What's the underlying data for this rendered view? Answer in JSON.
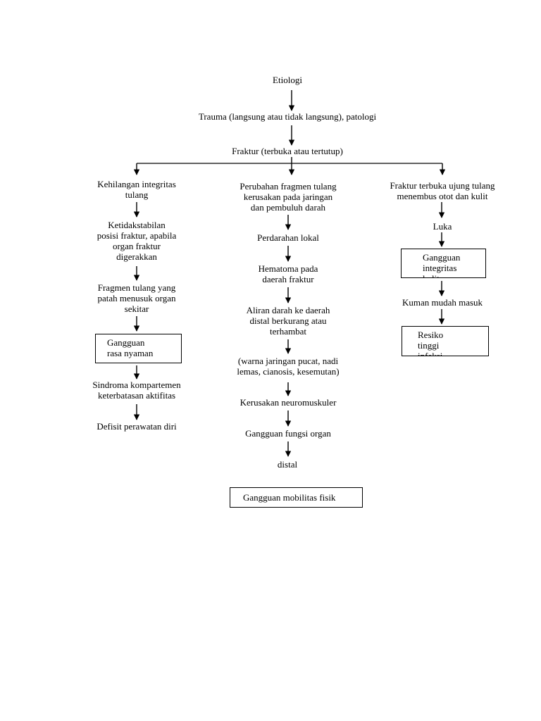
{
  "colors": {
    "ink": "#000000",
    "paper": "#ffffff"
  },
  "nodes": {
    "etiologi": "Etiologi",
    "trauma": "Trauma (langsung atau tidak langsung), patologi",
    "fraktur": "Fraktur (terbuka atau tertutup)",
    "left": {
      "kehilangan": "Kehilangan integritas\ntulang",
      "ketidakstabilan": "Ketidakstabilan\nposisi fraktur, apabila\norgan fraktur\ndigerakkan",
      "fragmen": "Fragmen tulang yang\npatah menusuk organ\nsekitar",
      "box_nyaman": "Gangguan\nrasa nyaman",
      "sindroma": "Sindroma kompartemen\nketerbatasan aktifitas",
      "defisit": "Defisit perawatan diri"
    },
    "center": {
      "perubahan": "Perubahan fragmen tulang\nkerusakan pada jaringan\ndan pembuluh darah",
      "perdarahan": "Perdarahan lokal",
      "hematoma": "Hematoma pada\ndaerah fraktur",
      "aliran": "Aliran darah ke daerah\ndistal berkurang atau\nterhambat",
      "warna": "(warna jaringan pucat, nadi\nlemas, cianosis, kesemutan)",
      "kerusakan": "Kerusakan neuromuskuler",
      "gangguan_fungsi": "Gangguan fungsi organ",
      "distal": "distal",
      "box_mobilitas": "Gangguan mobilitas fisik"
    },
    "right": {
      "fraktur_terbuka": "Fraktur terbuka ujung tulang\nmenembus otot dan kulit",
      "luka": "Luka",
      "box_integritas": "Gangguan\nintegritas\nkulit",
      "kuman": "Kuman mudah masuk",
      "box_resiko": "Resiko\ntinggi\ninfeksi"
    }
  }
}
